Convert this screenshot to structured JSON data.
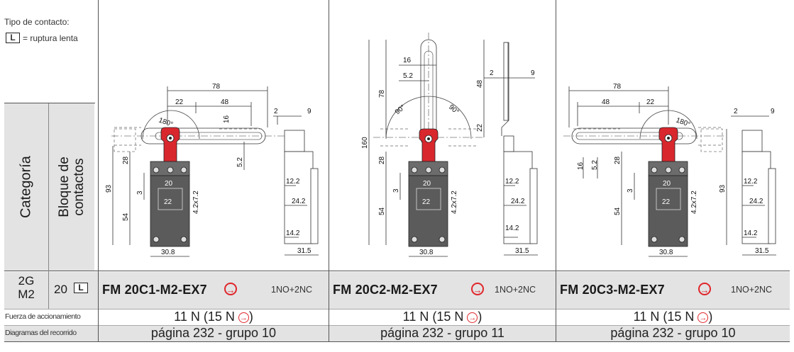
{
  "legend": {
    "title": "Tipo de contacto:",
    "symbol": "L",
    "text": "= ruptura lenta"
  },
  "headers": {
    "category": "Categoría",
    "contact_block": "Bloque de contactos"
  },
  "product_row": {
    "category": "2G M2",
    "category_line1": "2G",
    "category_line2": "M2",
    "contact_block_number": "20",
    "contact_type_symbol": "L",
    "accent_color": "#e0262b",
    "arrow_icon_glyph": "→"
  },
  "columns": [
    {
      "model": "FM 20C1-M2-EX7",
      "contacts": "1NO+2NC",
      "force_value": "11 N (15 N",
      "force_suffix": ")",
      "diagram_value": "página 232 - grupo 10"
    },
    {
      "model": "FM 20C2-M2-EX7",
      "contacts": "1NO+2NC",
      "force_value": "11 N (15 N",
      "force_suffix": ")",
      "diagram_value": "página 232 - grupo 11"
    },
    {
      "model": "FM 20C3-M2-EX7",
      "contacts": "1NO+2NC",
      "force_value": "11 N (15 N",
      "force_suffix": ")",
      "diagram_value": "página 232 - grupo 10"
    }
  ],
  "rows": {
    "force_label": "Fuerza de accionamiento",
    "diagram_label": "Diagramas del recorrido"
  },
  "dimensions": {
    "d1": {
      "overall": "78",
      "left_offset": "22",
      "right_offset": "48",
      "slot": "16",
      "angle": "180°",
      "h_top": "28",
      "h_total": "93",
      "h_body": "54",
      "h_small": "3",
      "hole": "5.2",
      "w_inner": "20",
      "w_inner2": "22",
      "screw": "4.2x7.2",
      "w_base": "30.8",
      "side_a": "2",
      "side_b": "9",
      "side_c": "12.2",
      "side_d": "24.2",
      "side_e": "14.2",
      "side_f": "31.5"
    },
    "d2": {
      "height_total": "160",
      "h_rod": "78",
      "rod_width": "16",
      "hole": "5.2",
      "angle_l": "90°",
      "angle_r": "90°",
      "h_48": "48",
      "h_22": "22",
      "h_top": "28",
      "h_small": "3",
      "h_body": "54",
      "w_inner": "20",
      "w_inner2": "22",
      "screw": "4.2x7.2",
      "w_base": "30.8",
      "side_a": "2",
      "side_b": "9",
      "side_c": "12.2",
      "side_d": "24.2",
      "side_e": "14.2",
      "side_f": "31.5"
    },
    "d3": {
      "overall": "78",
      "left_offset": "48",
      "right_offset": "22",
      "angle": "180°",
      "v16": "16",
      "v52": "5.2",
      "h_top": "28",
      "h_total": "93",
      "h_body": "54",
      "h_small": "3",
      "w_inner": "20",
      "w_inner2": "22",
      "screw": "4.2x7.2",
      "w_base": "30.8",
      "side_a": "2",
      "side_b": "9",
      "side_c": "12.2",
      "side_d": "24.2",
      "side_e": "14.2",
      "side_f": "31.5"
    }
  }
}
